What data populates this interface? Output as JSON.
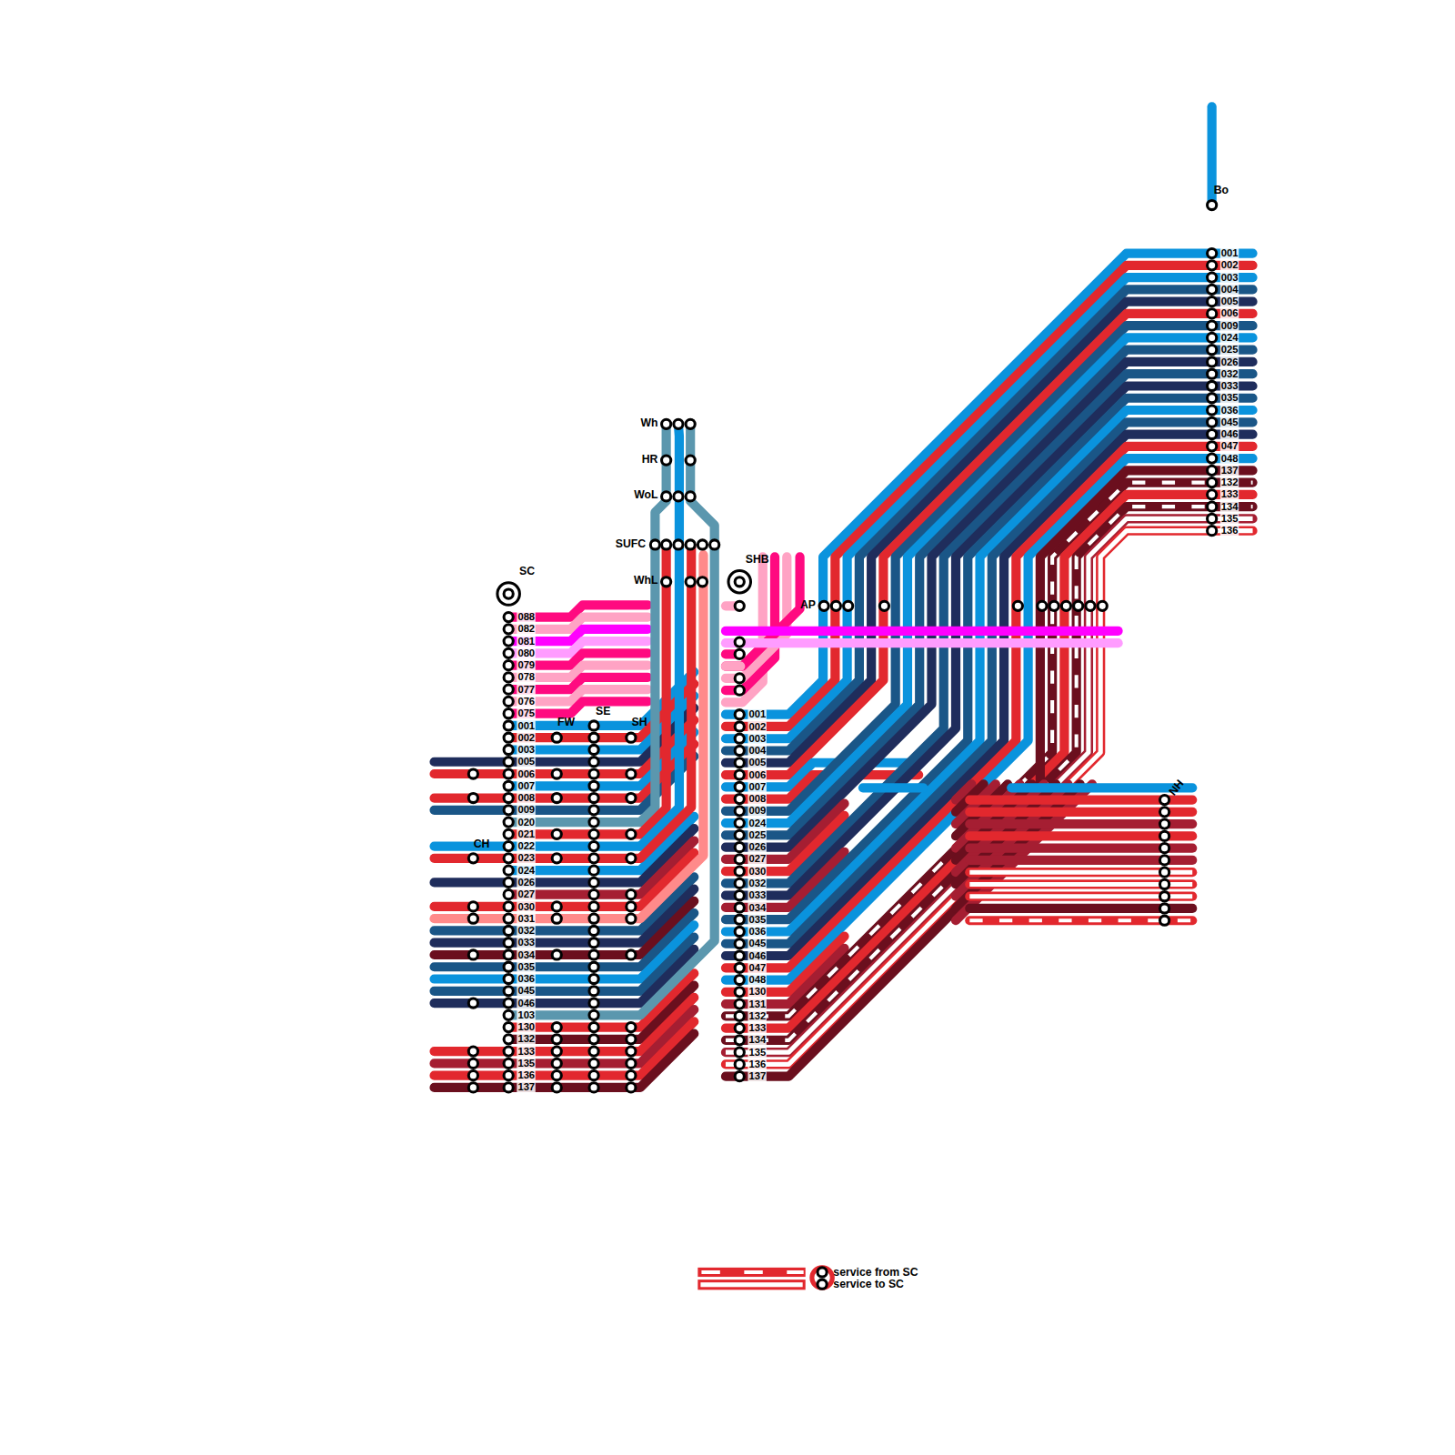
{
  "diagram": {
    "labels": [
      "SC",
      "SHB",
      "Bo",
      "NH",
      "CH",
      "FW",
      "SE",
      "SH",
      "Wh",
      "HR",
      "WoL",
      "SUFC",
      "WhL",
      "AP",
      "088",
      "082",
      "081",
      "080",
      "079",
      "078",
      "077",
      "076",
      "075",
      "001",
      "002",
      "003",
      "005",
      "006",
      "007",
      "008",
      "009",
      "020",
      "021",
      "022",
      "023",
      "024",
      "026",
      "027",
      "030",
      "031",
      "032",
      "033",
      "034",
      "035",
      "036",
      "045",
      "046",
      "103",
      "130",
      "132",
      "133",
      "135",
      "136",
      "137",
      "001",
      "002",
      "003",
      "004",
      "005",
      "006",
      "007",
      "008",
      "009",
      "024",
      "025",
      "026",
      "027",
      "030",
      "032",
      "033",
      "034",
      "035",
      "036",
      "045",
      "046",
      "047",
      "048",
      "130",
      "131",
      "132",
      "133",
      "134",
      "135",
      "136",
      "137",
      "001",
      "002",
      "003",
      "004",
      "005",
      "006",
      "009",
      "024",
      "025",
      "026",
      "032",
      "033",
      "035",
      "036",
      "045",
      "046",
      "047",
      "048",
      "137",
      "132",
      "133",
      "134",
      "135",
      "136"
    ],
    "legend": [
      {
        "text": "service from SC"
      },
      {
        "text": "service to SC"
      }
    ]
  }
}
